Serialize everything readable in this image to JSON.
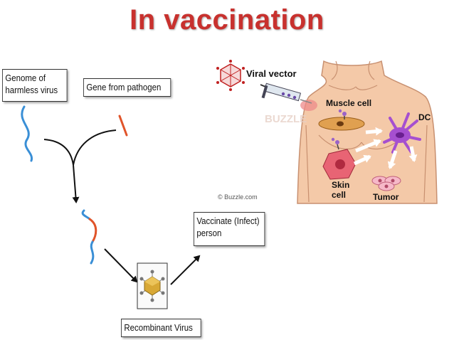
{
  "title": "In vaccination",
  "flow": {
    "genome_box": "Genome of harmless virus",
    "gene_box": "Gene from pathogen",
    "vaccinate_box": "Vaccinate (Infect) person",
    "recombinant_box": "Recombinant Virus"
  },
  "illustration": {
    "viral_vector": "Viral vector",
    "muscle_cell": "Muscle cell",
    "dc": "DC",
    "skin_cell": "Skin cell",
    "tumor": "Tumor",
    "credit": "© Buzzle.com"
  },
  "colors": {
    "title": "#c8312e",
    "genome_strand": "#3a8fd6",
    "pathogen_gene": "#e0542a",
    "skin": "#f4c9a8",
    "dc": "#a64fd0"
  }
}
